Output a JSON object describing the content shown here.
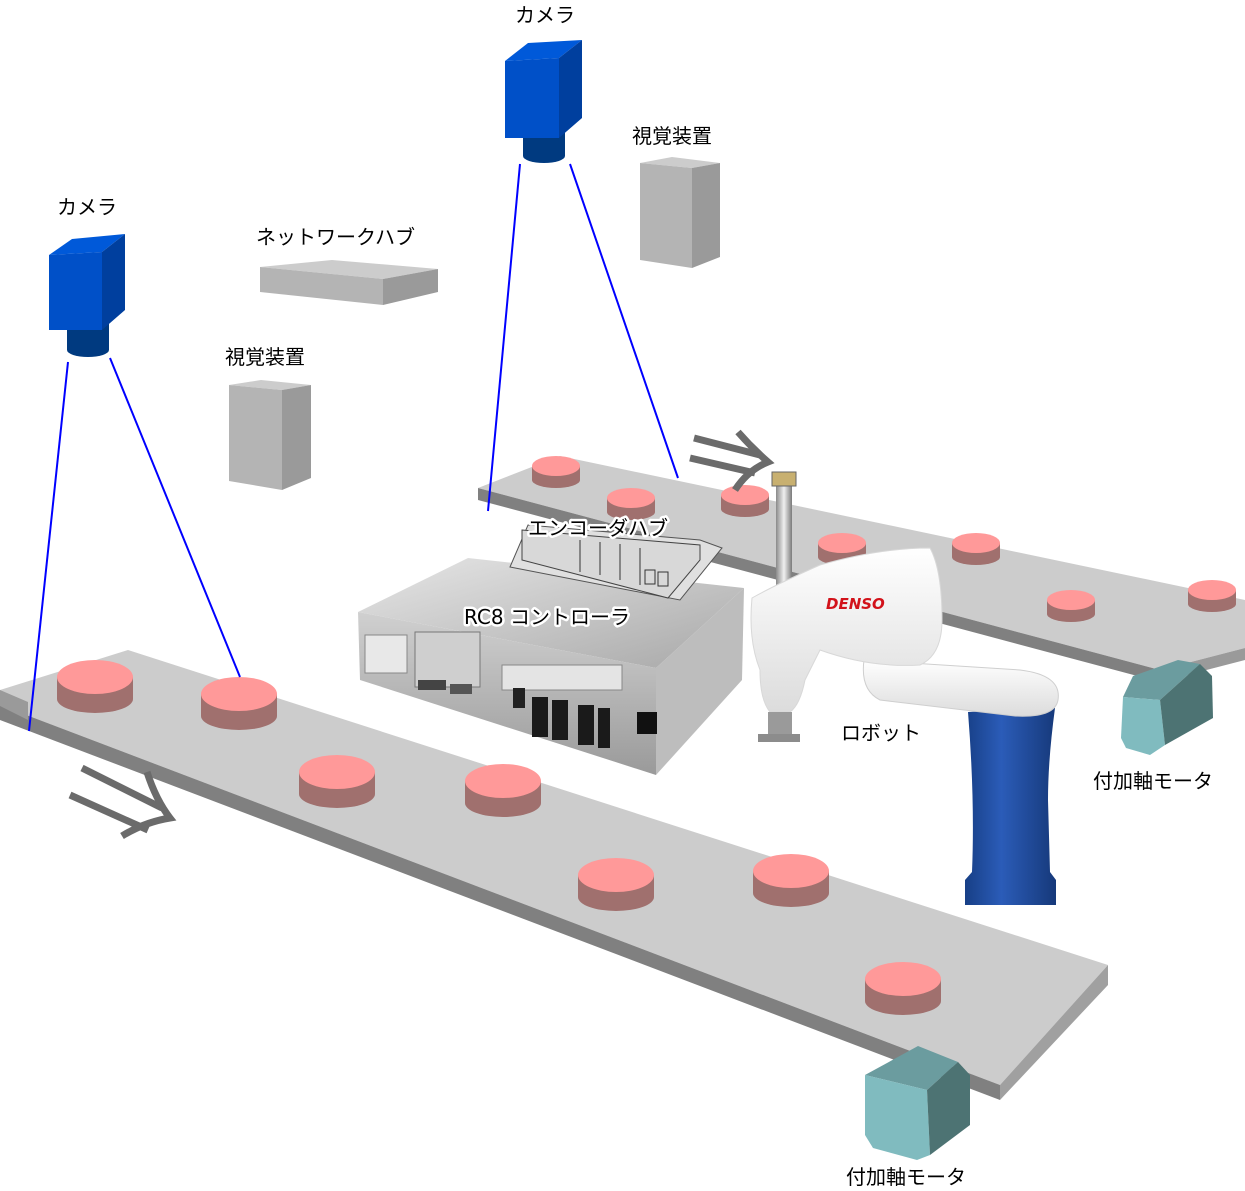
{
  "diagram": {
    "labels": {
      "camera_top": "カメラ",
      "camera_left": "カメラ",
      "vision_device_top": "視覚装置",
      "vision_device_left": "視覚装置",
      "network_hub": "ネットワークハブ",
      "encoder_hub": "エンコーダハブ",
      "controller": "RC8 コントローラ",
      "robot": "ロボット",
      "motor_right": "付加軸モータ",
      "motor_bottom": "付加軸モータ"
    },
    "robot_brand": "DENSO",
    "conveyors": [
      {
        "id": "front",
        "workpiece_count": 7,
        "direction": "right"
      },
      {
        "id": "back",
        "workpiece_count": 7,
        "direction": "right"
      }
    ],
    "colors": {
      "camera_front": "#0050c8",
      "camera_side": "#003f9e",
      "camera_lens": "#003a80",
      "camera_sightline": "#0000ff",
      "box_gray": "#b4b4b4",
      "belt_top": "#cccccc",
      "belt_side": "#808080",
      "workpiece_top": "#ff9999",
      "workpiece_side": "#a0706e",
      "motor_front": "#80bbbf",
      "motor_side": "#4d7373",
      "arrow": "#6b6b6b",
      "robot_base": "#1e4fa0"
    }
  }
}
